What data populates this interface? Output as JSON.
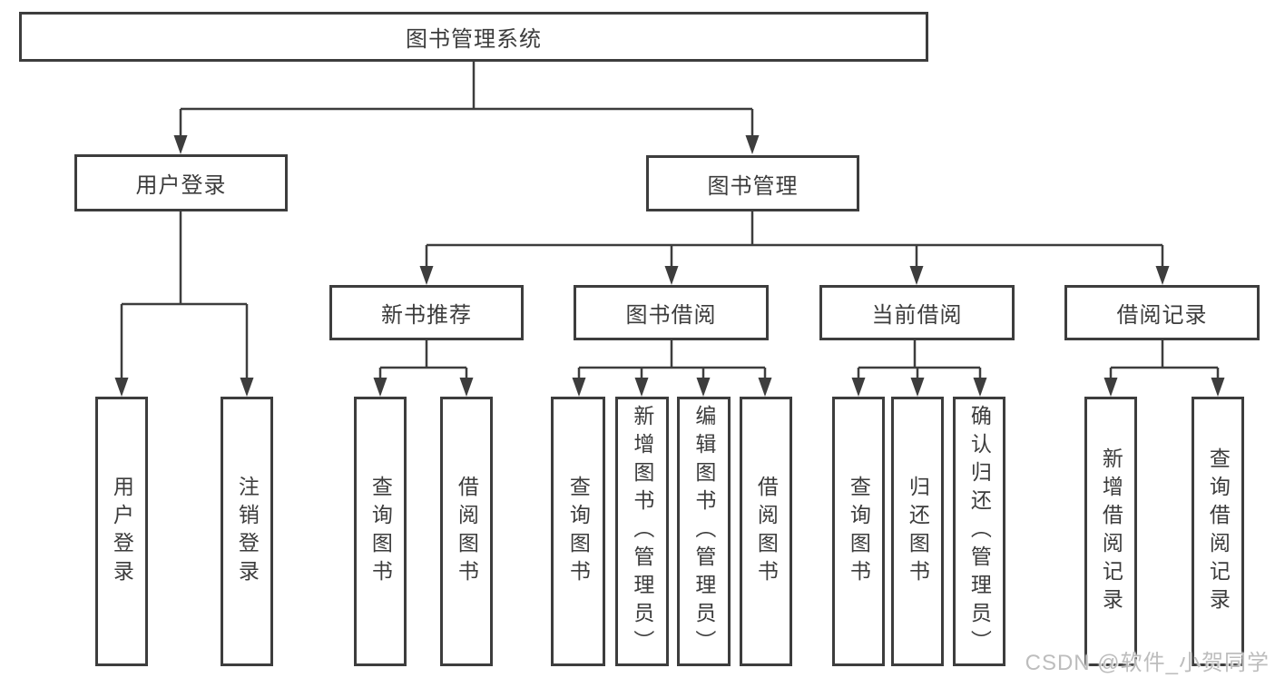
{
  "diagram": {
    "tree": {
      "root": {
        "label": "图书管理系统",
        "children": [
          {
            "label": "用户登录",
            "children": [
              {
                "label": "用户登录"
              },
              {
                "label": "注销登录"
              }
            ]
          },
          {
            "label": "图书管理",
            "children": [
              {
                "label": "新书推荐",
                "children": [
                  {
                    "label": "查询图书"
                  },
                  {
                    "label": "借阅图书"
                  }
                ]
              },
              {
                "label": "图书借阅",
                "children": [
                  {
                    "label": "查询图书"
                  },
                  {
                    "label": "新增图书（管理员）"
                  },
                  {
                    "label": "编辑图书（管理员）"
                  },
                  {
                    "label": "借阅图书"
                  }
                ]
              },
              {
                "label": "当前借阅",
                "children": [
                  {
                    "label": "查询图书"
                  },
                  {
                    "label": "归还图书"
                  },
                  {
                    "label": "确认归还（管理员）"
                  }
                ]
              },
              {
                "label": "借阅记录",
                "children": [
                  {
                    "label": "新增借阅记录"
                  },
                  {
                    "label": "查询借阅记录"
                  }
                ]
              }
            ]
          }
        ]
      }
    },
    "colors": {
      "line": "#3d3d3d",
      "box_border": "#3d3d3d",
      "text": "#3c3c3c",
      "background": "#ffffff",
      "watermark": "#bdbdbd"
    }
  },
  "watermark": {
    "text": "CSDN @软件_小贺同学"
  }
}
